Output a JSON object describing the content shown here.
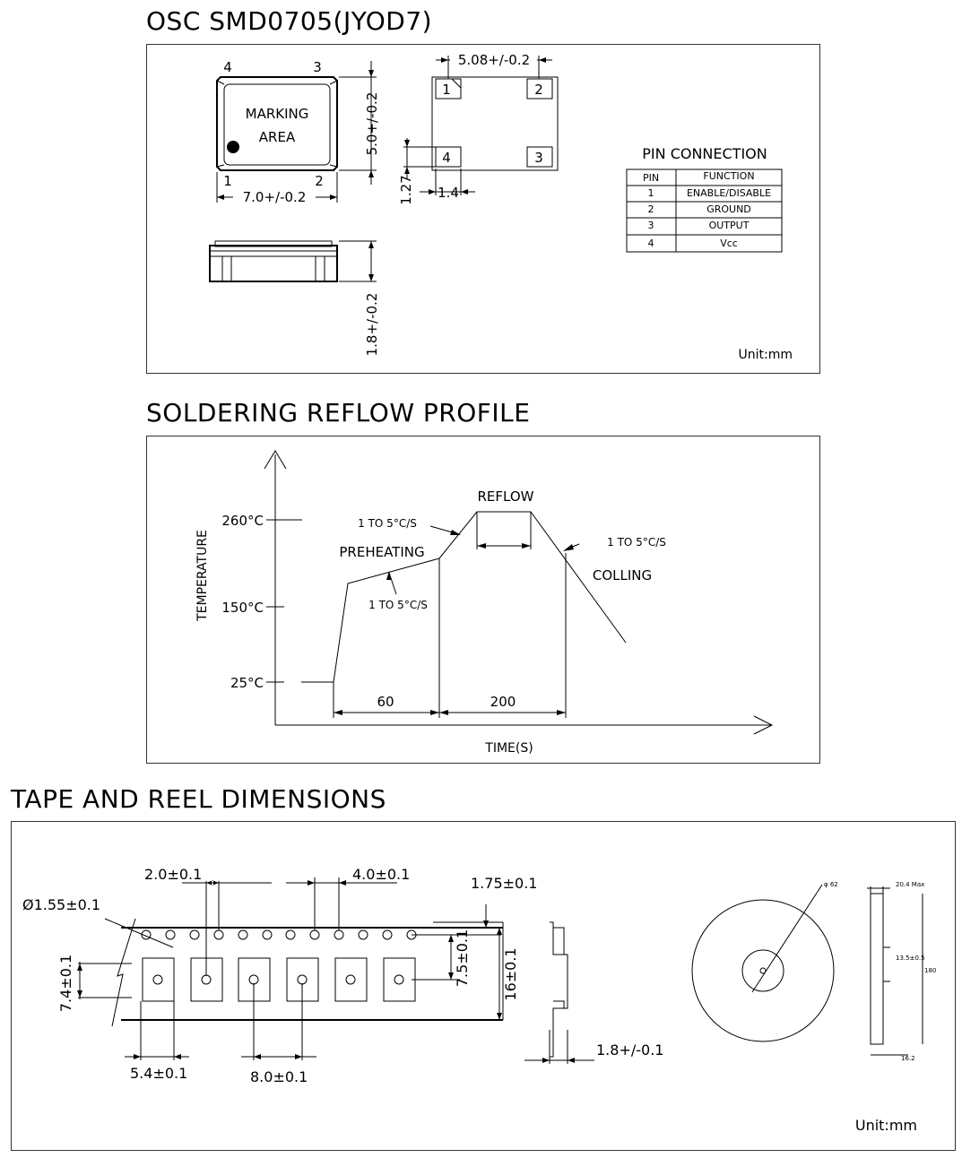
{
  "osc": {
    "title": "OSC SMD0705(JYOD7)",
    "pin_labels_top": [
      "4",
      "3"
    ],
    "pin_labels_bottom": [
      "1",
      "2"
    ],
    "marking_line1": "MARKING",
    "marking_line2": "AREA",
    "dim_width": "7.0+/-0.2",
    "dim_height": "5.0+/-0.2",
    "dim_thickness": "1.8+/-0.2",
    "dim_pad_pitch": "5.08+/-0.2",
    "dim_pad_width": "1.4",
    "dim_pad_height": "1.27",
    "pad_labels": [
      "1",
      "2",
      "4",
      "3"
    ],
    "pin_table": {
      "title": "PIN  CONNECTION",
      "headers": [
        "PIN",
        "FUNCTION"
      ],
      "rows": [
        [
          "1",
          "ENABLE/DISABLE"
        ],
        [
          "2",
          "GROUND"
        ],
        [
          "3",
          "OUTPUT"
        ],
        [
          "4",
          "Vcc"
        ]
      ]
    },
    "unit": "Unit:mm"
  },
  "reflow": {
    "title": "SOLDERING REFLOW PROFILE",
    "y_axis_label": "TEMPERATURE",
    "x_axis_label": "TIME(S)",
    "temp_ticks": [
      "260°C",
      "150°C",
      "25°C"
    ],
    "labels": {
      "reflow": "REFLOW",
      "preheating": "PREHEATING",
      "colling": "COLLING",
      "rate_upper": "1 TO 5°C/S",
      "rate_lower": "1 TO 5°C/S",
      "rate_cool": "1 TO 5°C/S"
    },
    "time_marks": [
      "60",
      "200"
    ]
  },
  "tape": {
    "title": "TAPE AND REEL DIMENSIONS",
    "dims": {
      "hole_diameter": "Ø1.55±0.1",
      "hole_offset": "2.0±0.1",
      "hole_pitch": "4.0±0.1",
      "edge_offset": "1.75±0.1",
      "pocket_width": "7.4±0.1",
      "center_distance": "7.5±0.1",
      "tape_width": "16±0.1",
      "pocket_length": "5.4±0.1",
      "pocket_pitch": "8.0±0.1",
      "tape_thickness": "1.8+/-0.1"
    },
    "reel": {
      "hub_diameter": "φ 62",
      "width_max": "20.4 Max",
      "slot": "13.5±0.5",
      "outer": "180",
      "inner_width": "16.2"
    },
    "unit": "Unit:mm"
  }
}
